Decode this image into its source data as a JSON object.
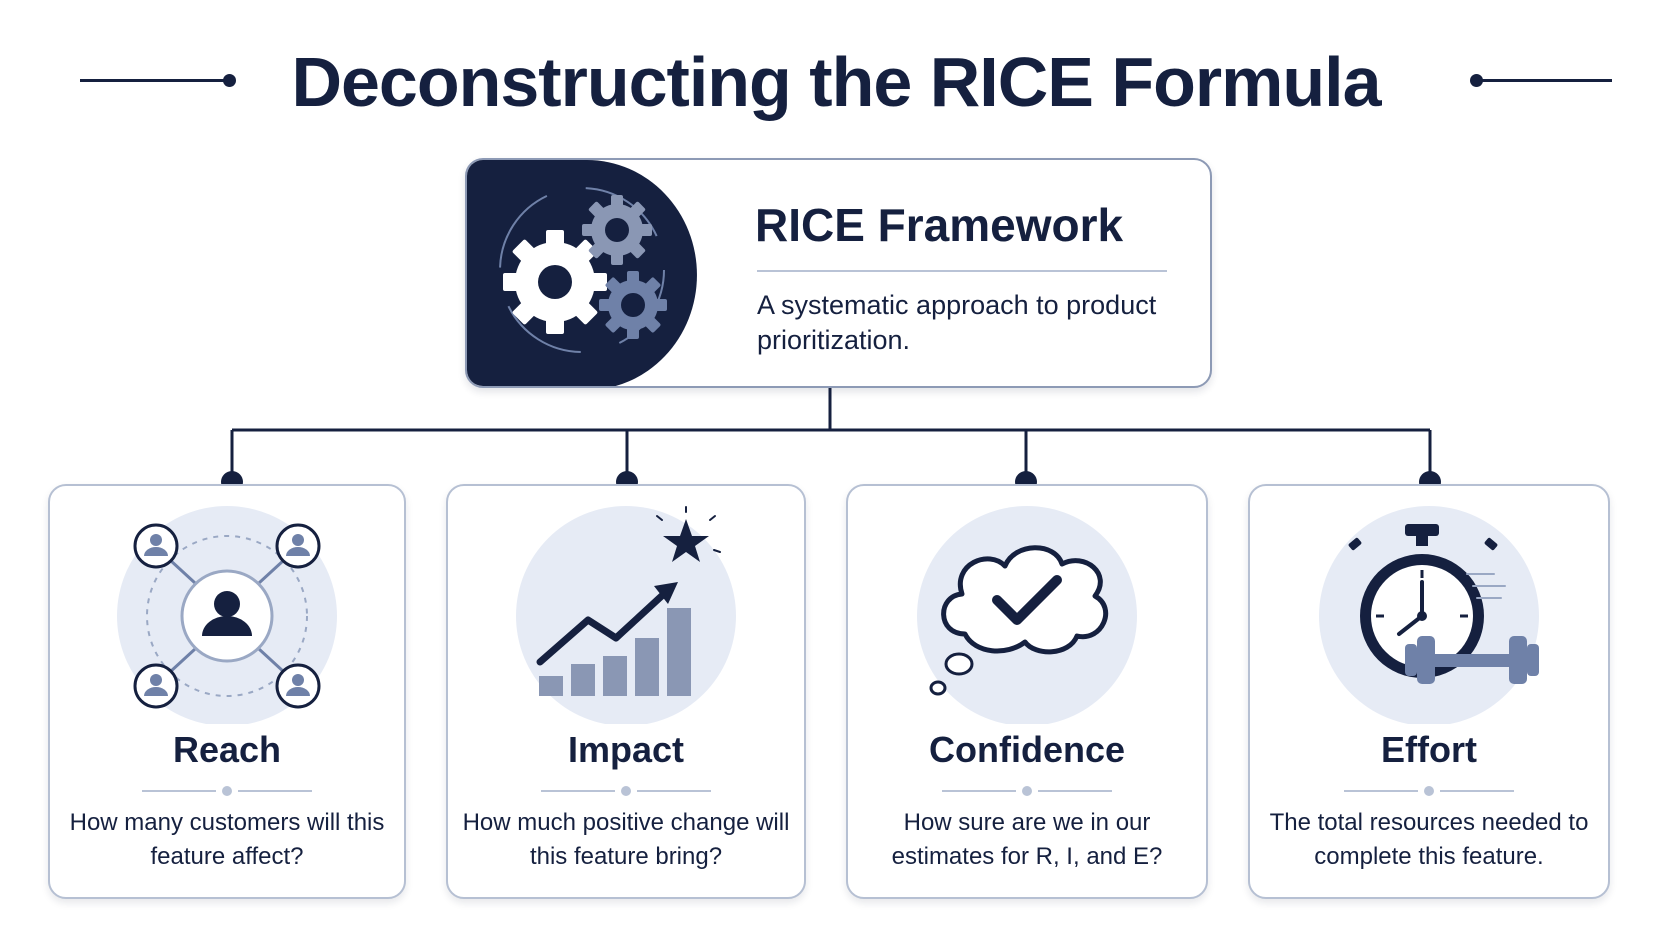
{
  "title": "Deconstructing the RICE Formula",
  "hero": {
    "title": "RICE Framework",
    "description": "A systematic approach to product prioritization."
  },
  "cards": [
    {
      "title": "Reach",
      "description": "How many customers will this feature affect?",
      "icon": "users-network-icon"
    },
    {
      "title": "Impact",
      "description": "How much positive change will this feature bring?",
      "icon": "growth-chart-star-icon"
    },
    {
      "title": "Confidence",
      "description": "How sure are we in our estimates for R, I, and E?",
      "icon": "thought-bubble-check-icon"
    },
    {
      "title": "Effort",
      "description": "The total resources needed to complete this feature.",
      "icon": "stopwatch-dumbbell-icon"
    }
  ],
  "colors": {
    "navy": "#15203f",
    "slate": "#6f81a8",
    "icon_bg": "#e6ebf5",
    "border": "#b6c0d3"
  }
}
